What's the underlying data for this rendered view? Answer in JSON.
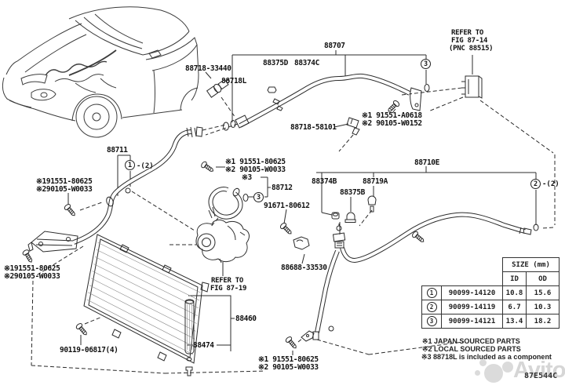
{
  "diagram": {
    "code": "87E544C",
    "watermark_text": "Avito",
    "labels": {
      "p88707": "88707",
      "p88375D": "88375D",
      "p88374C": "88374C",
      "p88718_33440": "88718-33440",
      "p88718L": "88718L",
      "p88718_58101": "88718-58101",
      "p88711": "88711",
      "p88712": "88712",
      "p91671_80612": "91671-80612",
      "p88374B": "88374B",
      "p88719A": "88719A",
      "p88375B": "88375B",
      "p88710E": "88710E",
      "p90119_06817": "90119-06817(4)",
      "p88688_33530": "88688-33530",
      "p88460": "88460",
      "p88474": "88474",
      "mark3": "※3"
    },
    "refer_notes": {
      "top_right_1": "REFER TO",
      "top_right_2": "FIG 87-14",
      "top_right_3": "(PNC 88515)",
      "compressor_1": "REFER TO",
      "compressor_2": "FIG 87-19"
    },
    "asterisk_notes": {
      "topA1": "※1 91551-A0618",
      "topA2": "※2 90105-W0152",
      "leftB1": "※191551-80625",
      "leftB2": "※290105-W0033",
      "midC1": "※1 91551-80625",
      "midC2": "※2 90105-W0033",
      "botD1": "※191551-80625",
      "botD2": "※290105-W0033",
      "botE1": "※1 91551-80625",
      "botE2": "※2 90105-W0033"
    },
    "callouts": {
      "n1": "1",
      "n2": "2",
      "n3": "3",
      "qty1": "-(2)",
      "qty2": "-(2)"
    },
    "size_table": {
      "header": "SIZE (mm)",
      "col_id": "ID",
      "col_od": "OD",
      "rows": [
        {
          "num": "1",
          "part": "90099-14120",
          "id": "10.8",
          "od": "15.6"
        },
        {
          "num": "2",
          "part": "90099-14119",
          "id": "6.7",
          "od": "10.3"
        },
        {
          "num": "3",
          "part": "90099-14121",
          "id": "13.4",
          "od": "18.2"
        }
      ]
    },
    "footnotes": {
      "f1": "※1 JAPAN SOURCED PARTS",
      "f2": "※2 LOCAL SOURCED PARTS",
      "f3": "※3 88718L is included as a component"
    }
  }
}
